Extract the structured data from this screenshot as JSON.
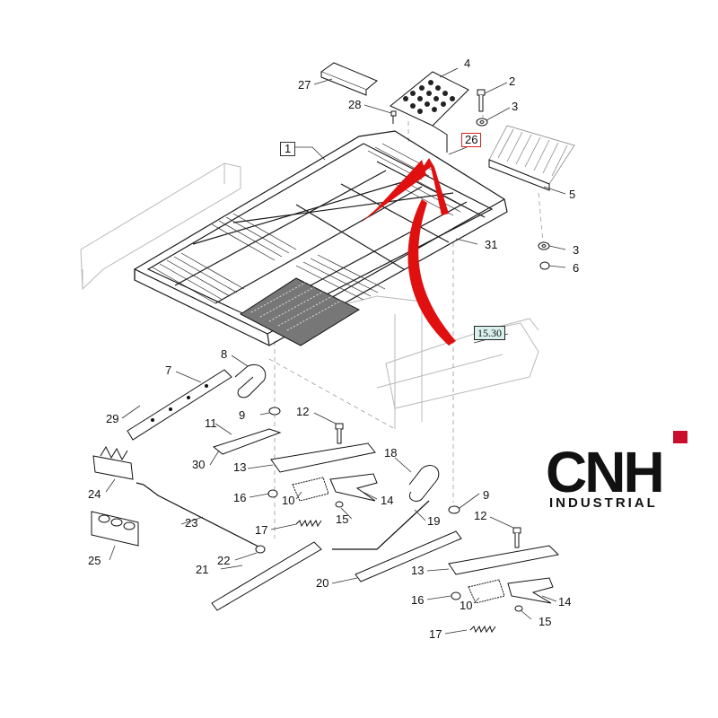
{
  "callouts": [
    {
      "id": "c27a",
      "text": "27"
    },
    {
      "id": "c4",
      "text": "4"
    },
    {
      "id": "c2",
      "text": "2"
    },
    {
      "id": "c28",
      "text": "28"
    },
    {
      "id": "c3a",
      "text": "3"
    },
    {
      "id": "c26",
      "text": "26"
    },
    {
      "id": "c1",
      "text": "1"
    },
    {
      "id": "c5",
      "text": "5"
    },
    {
      "id": "c31",
      "text": "31"
    },
    {
      "id": "c3b",
      "text": "3"
    },
    {
      "id": "c6",
      "text": "6"
    },
    {
      "id": "c1530",
      "text": "15.30"
    },
    {
      "id": "c8",
      "text": "8"
    },
    {
      "id": "c7",
      "text": "7"
    },
    {
      "id": "c9a",
      "text": "9"
    },
    {
      "id": "c12a",
      "text": "12"
    },
    {
      "id": "c29",
      "text": "29"
    },
    {
      "id": "c11",
      "text": "11"
    },
    {
      "id": "c30",
      "text": "30"
    },
    {
      "id": "c13a",
      "text": "13"
    },
    {
      "id": "c18",
      "text": "18"
    },
    {
      "id": "c24",
      "text": "24"
    },
    {
      "id": "c16a",
      "text": "16"
    },
    {
      "id": "c10a",
      "text": "10"
    },
    {
      "id": "c14a",
      "text": "14"
    },
    {
      "id": "c15a",
      "text": "15"
    },
    {
      "id": "c9b",
      "text": "9"
    },
    {
      "id": "c23",
      "text": "23"
    },
    {
      "id": "c17a",
      "text": "17"
    },
    {
      "id": "c19",
      "text": "19"
    },
    {
      "id": "c12b",
      "text": "12"
    },
    {
      "id": "c25",
      "text": "25"
    },
    {
      "id": "c22",
      "text": "22"
    },
    {
      "id": "c21",
      "text": "21"
    },
    {
      "id": "c20",
      "text": "20"
    },
    {
      "id": "c13b",
      "text": "13"
    },
    {
      "id": "c16b",
      "text": "16"
    },
    {
      "id": "c10b",
      "text": "10"
    },
    {
      "id": "c14b",
      "text": "14"
    },
    {
      "id": "c15b",
      "text": "15"
    },
    {
      "id": "c17b",
      "text": "17"
    }
  ],
  "logo": {
    "mark": "CNH",
    "subtitle": "INDUSTRIAL",
    "accent_color": "#c8102e"
  },
  "colors": {
    "line": "#1a1a1a",
    "ghost_line": "#b8b8b8",
    "highlight_arrow": "#e01010",
    "ref_box": "#d9f1ee"
  }
}
